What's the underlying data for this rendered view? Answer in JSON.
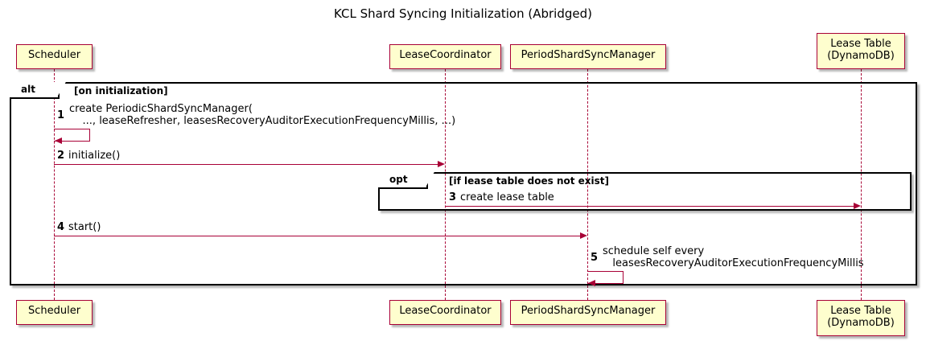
{
  "title": "KCL Shard Syncing Initialization (Abridged)",
  "participants": [
    {
      "id": "scheduler",
      "label": "Scheduler"
    },
    {
      "id": "lease_coord",
      "label": "LeaseCoordinator"
    },
    {
      "id": "psm",
      "label": "PeriodShardSyncManager"
    },
    {
      "id": "lease_table",
      "label": "Lease Table\n(DynamoDB)"
    }
  ],
  "fragments": [
    {
      "id": "alt",
      "operator": "alt",
      "guard": "[on initialization]"
    },
    {
      "id": "opt",
      "operator": "opt",
      "guard": "[if lease table does not exist]"
    }
  ],
  "messages": [
    {
      "num": "1",
      "text": "create PeriodicShardSyncManager(\n    ..., leaseRefresher, leasesRecoveryAuditorExecutionFrequencyMillis, ...)",
      "from": "scheduler",
      "to": "scheduler",
      "kind": "self"
    },
    {
      "num": "2",
      "text": "initialize()",
      "from": "scheduler",
      "to": "lease_coord",
      "kind": "call"
    },
    {
      "num": "3",
      "text": "create lease table",
      "from": "lease_coord",
      "to": "lease_table",
      "kind": "call"
    },
    {
      "num": "4",
      "text": "start()",
      "from": "scheduler",
      "to": "psm",
      "kind": "call"
    },
    {
      "num": "5",
      "text": "schedule self every\n   leasesRecoveryAuditorExecutionFrequencyMillis",
      "from": "psm",
      "to": "psm",
      "kind": "self"
    }
  ],
  "colors": {
    "participant_fill": "#FEFECE",
    "participant_border": "#A80036",
    "arrow": "#A80036",
    "fragment_border": "#000000",
    "background": "#FFFFFF",
    "text": "#000000"
  }
}
